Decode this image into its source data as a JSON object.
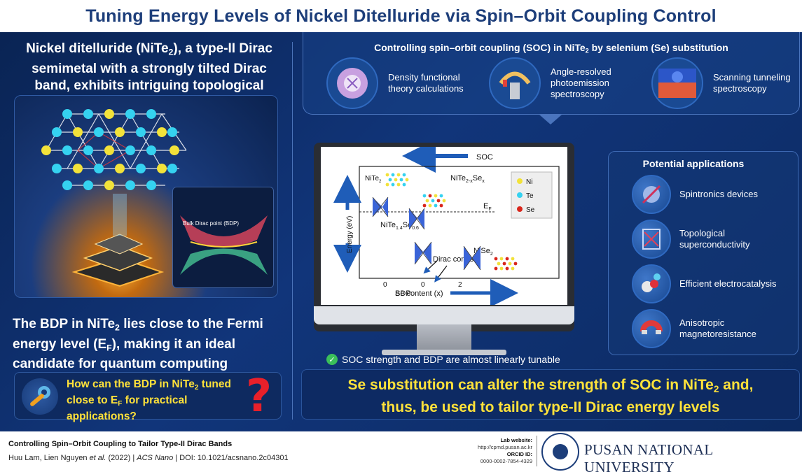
{
  "title": "Tuning Energy Levels of Nickel Ditelluride via Spin–Orbit Coupling Control",
  "left": {
    "headline_a": "Nickel ditelluride (NiTe",
    "headline_sub": "2",
    "headline_b": "), a type-II Dirac semimetal with a strongly tilted Dirac band, exhibits intriguing topological properties",
    "inset_label": "Bulk Dirac point (BDP)",
    "bdp_a": "The BDP in NiTe",
    "bdp_sub1": "2",
    "bdp_b": " lies close to the Fermi energy level (E",
    "bdp_sub2": "F",
    "bdp_c": "), making it an ideal candidate for quantum computing",
    "question_a": "How can the BDP in NiTe",
    "question_sub1": "2",
    "question_b": " tuned close to E",
    "question_sub2": "F",
    "question_c": " for practical applications?",
    "question_mark": "?"
  },
  "soc": {
    "title_a": "Controlling spin–orbit coupling (SOC) in NiTe",
    "title_sub": "2",
    "title_b": " by selenium (Se) substitution",
    "methods": [
      {
        "label": "Density functional theory calculations",
        "icon": "dft-icon"
      },
      {
        "label": "Angle-resolved photoemission spectroscopy",
        "icon": "arpes-icon"
      },
      {
        "label": "Scanning tunneling spectroscopy",
        "icon": "stm-icon"
      }
    ]
  },
  "screen": {
    "soc_label": "SOC",
    "nite2": "NiTe",
    "nite2_sub": "2",
    "formula_a": "NiTe",
    "formula_sub1": "2-x",
    "formula_b": "Se",
    "formula_sub2": "x",
    "mid_a": "NiTe",
    "mid_sub1": "1.4",
    "mid_b": "Se",
    "mid_sub2": "0.6",
    "nise2": "NiSe",
    "nise2_sub": "2",
    "ef": "E",
    "ef_sub": "F",
    "dirac_cones": "Dirac cones",
    "bdp": "BDP",
    "ylabel": "Energy (eV)",
    "xlabel": "Se content (x)",
    "ticks": [
      "0",
      "0",
      "2"
    ],
    "legend": [
      {
        "label": "Ni",
        "color": "#f2e23a"
      },
      {
        "label": "Te",
        "color": "#35d2f0"
      },
      {
        "label": "Se",
        "color": "#d9261c"
      }
    ]
  },
  "tunable": "SOC strength and BDP are almost linearly tunable",
  "applications": {
    "title": "Potential applications",
    "items": [
      {
        "label": "Spintronics devices",
        "icon": "spintronics-icon"
      },
      {
        "label": "Topological superconductivity",
        "icon": "superconductivity-icon"
      },
      {
        "label": "Efficient electrocatalysis",
        "icon": "electrocatalysis-icon"
      },
      {
        "label": "Anisotropic magnetoresistance",
        "icon": "magnet-icon"
      }
    ]
  },
  "conclusion": {
    "line1_a": "Se substitution can alter the strength of SOC in NiTe",
    "line1_sub": "2",
    "line1_b": " and,",
    "line2": "thus, be used to tailor type-II Dirac energy levels"
  },
  "footer": {
    "title": "Controlling Spin–Orbit Coupling to Tailor Type-II Dirac Bands",
    "authors": "Huu Lam, Lien Nguyen ",
    "etal": "et al.",
    "year": " (2022)  |  ",
    "journal": "ACS Nano",
    "doi": "  |  DOI: 10.1021/acsnano.2c04301",
    "lab_label": "Lab website:",
    "lab_url": "http://cpmd.pusan.ac.kr",
    "orcid_label": "ORCID ID:",
    "orcid": "0000-0002-7854-4329",
    "university": "PUSAN NATIONAL UNIVERSITY"
  },
  "colors": {
    "title": "#1d3e7a",
    "background": "#0c2a61",
    "accent_yellow": "#ffe23a",
    "question_red": "#e8202a",
    "cone_blue": "#3a64d8"
  }
}
